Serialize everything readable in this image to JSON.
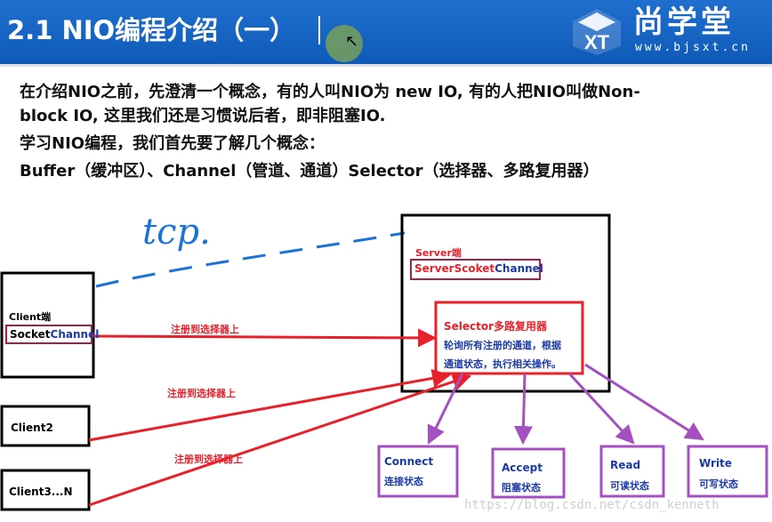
{
  "header": {
    "title": "2.1 NIO编程介绍（一）",
    "logo_name": "尚学堂",
    "logo_url": "www.bjsxt.cn",
    "logo_mark_text": "XT",
    "colors": {
      "bar": "#1565c0",
      "text": "#ffffff"
    }
  },
  "intro": {
    "line1": "在介绍NIO之前，先澄清一个概念，有的人叫NIO为 new IO, 有的人把NIO叫做Non-",
    "line2": "block IO, 这里我们还是习惯说后者，即非阻塞IO.",
    "line3": "学习NIO编程，我们首先要了解几个概念：",
    "line4": "Buffer（缓冲区）、Channel（管道、通道）Selector（选择器、多路复用器）"
  },
  "diagram": {
    "tcp_label": "tcp.",
    "server": {
      "title": "Server端",
      "channel_prefix": "ServerScoket",
      "channel_suffix": "Channel"
    },
    "selector": {
      "title": "Selector多路复用器",
      "desc1": "轮询所有注册的通道，根据",
      "desc2": "通道状态，执行相关操作。"
    },
    "client1": {
      "title": "Client端",
      "channel_prefix": "Socket",
      "channel_suffix": "Channel"
    },
    "client2": {
      "title": "Client2"
    },
    "client3": {
      "title": "Client3...N"
    },
    "register_label": "注册到选择器上",
    "states": [
      {
        "name": "Connect",
        "desc": "连接状态"
      },
      {
        "name": "Accept",
        "desc": "阻塞状态"
      },
      {
        "name": "Read",
        "desc": "可读状态"
      },
      {
        "name": "Write",
        "desc": "可写状态"
      }
    ],
    "colors": {
      "red": "#e8202a",
      "purple": "#a550c0",
      "blue": "#1a73d9",
      "dark_blue": "#1a3aa8",
      "black": "#000000"
    }
  },
  "watermark": "https://blog.csdn.net/csdn_kenneth"
}
